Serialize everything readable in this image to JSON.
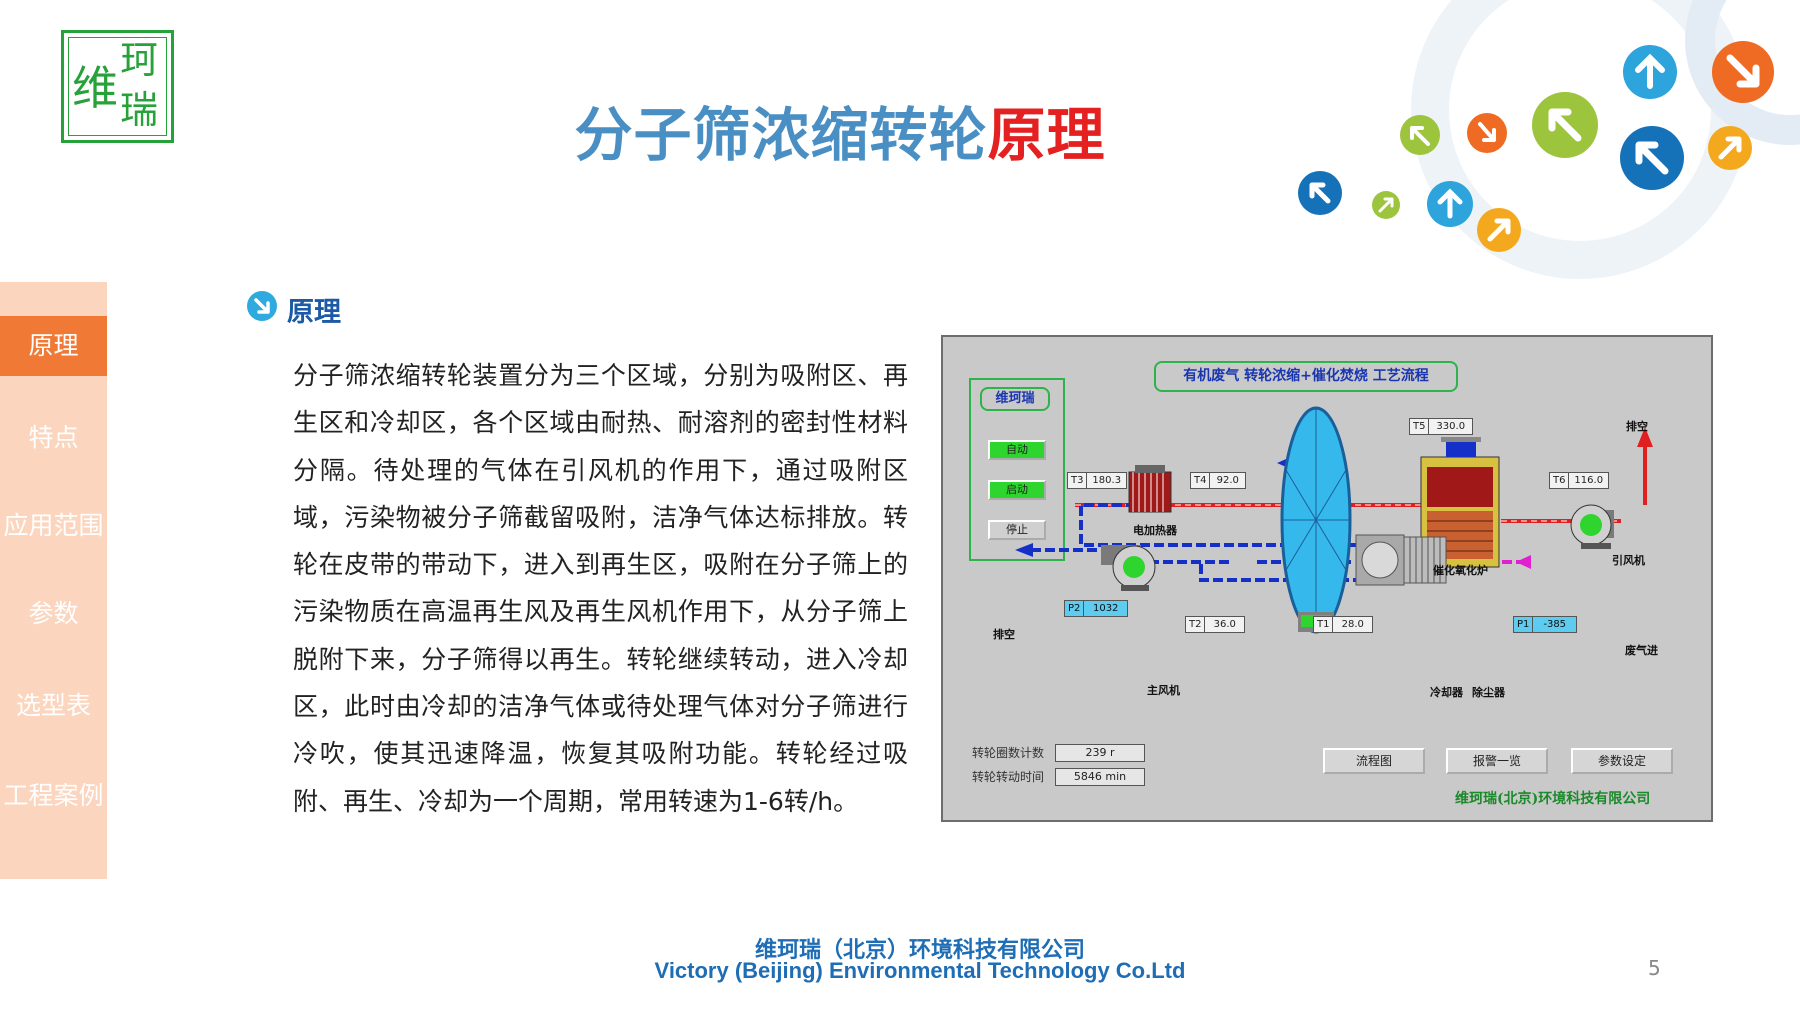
{
  "logo": {
    "chars": [
      "维",
      "珂",
      "瑞"
    ]
  },
  "title": {
    "part1": "分子筛浓缩转轮",
    "part2": "原理"
  },
  "sidebar": {
    "items": [
      {
        "label": "原理",
        "active": true
      },
      {
        "label": "特点",
        "active": false
      },
      {
        "label": "应用范围",
        "active": false
      },
      {
        "label": "参数",
        "active": false
      },
      {
        "label": "选型表",
        "active": false
      },
      {
        "label": "工程案例",
        "active": false
      }
    ]
  },
  "section": {
    "heading": "原理",
    "body": "分子筛浓缩转轮装置分为三个区域，分别为吸附区、再生区和冷却区，各个区域由耐热、耐溶剂的密封性材料分隔。待处理的气体在引风机的作用下，通过吸附区域，污染物被分子筛截留吸附，洁净气体达标排放。转轮在皮带的带动下，进入到再生区，吸附在分子筛上的污染物质在高温再生风及再生风机作用下，从分子筛上脱附下来，分子筛得以再生。转轮继续转动，进入冷却区，此时由冷却的洁净气体或待处理气体对分子筛进行冷吹，使其迅速降温，恢复其吸附功能。转轮经过吸附、再生、冷却为一个周期，常用转速为1-6转/h。"
  },
  "process_panel": {
    "title": "有机废气  转轮浓缩+催化焚烧  工艺流程",
    "control_label": "维珂瑞",
    "buttons": {
      "auto": "自动",
      "start": "启动",
      "stop": "停止"
    },
    "tags": {
      "T3": {
        "name": "T3",
        "value": "180.3"
      },
      "T4": {
        "name": "T4",
        "value": "92.0"
      },
      "T5": {
        "name": "T5",
        "value": "330.0"
      },
      "T6": {
        "name": "T6",
        "value": "116.0"
      },
      "T2": {
        "name": "T2",
        "value": "36.0"
      },
      "T1": {
        "name": "T1",
        "value": "28.0"
      },
      "P1": {
        "name": "P1",
        "value": "-385"
      },
      "P2": {
        "name": "P2",
        "value": "1032"
      }
    },
    "labels": {
      "electric_heater": "电加热器",
      "catalytic_furnace": "催化氧化炉",
      "induced_fan": "引风机",
      "exhaust_top": "排空",
      "exhaust_left": "排空",
      "main_fan": "主风机",
      "cooler": "冷却器",
      "dust_remover": "除尘器",
      "waste_gas_in": "废气进"
    },
    "stats": {
      "rev_count_label": "转轮圈数计数",
      "rev_count_value": "239 r",
      "run_time_label": "转轮转动时间",
      "run_time_value": "5846 min"
    },
    "nav": {
      "flow": "流程图",
      "alarm": "报警一览",
      "params": "参数设定"
    },
    "company": "维珂瑞(北京)环境科技有限公司"
  },
  "footer": {
    "company_cn": "维珂瑞（北京）环境科技有限公司",
    "company_en": "Victory (Beijing) Environmental Technology Co.Ltd",
    "page": "5"
  },
  "colors": {
    "title_blue": "#4a8fc4",
    "title_red": "#e42020",
    "sidebar_bg": "#fbd5bd",
    "sidebar_active": "#f07a35",
    "logo_green": "#27a23a",
    "footer_blue": "#1e6db5"
  },
  "icons": [
    "logo-seal",
    "section-arrow-icon",
    "decorative-arrow-circles"
  ]
}
